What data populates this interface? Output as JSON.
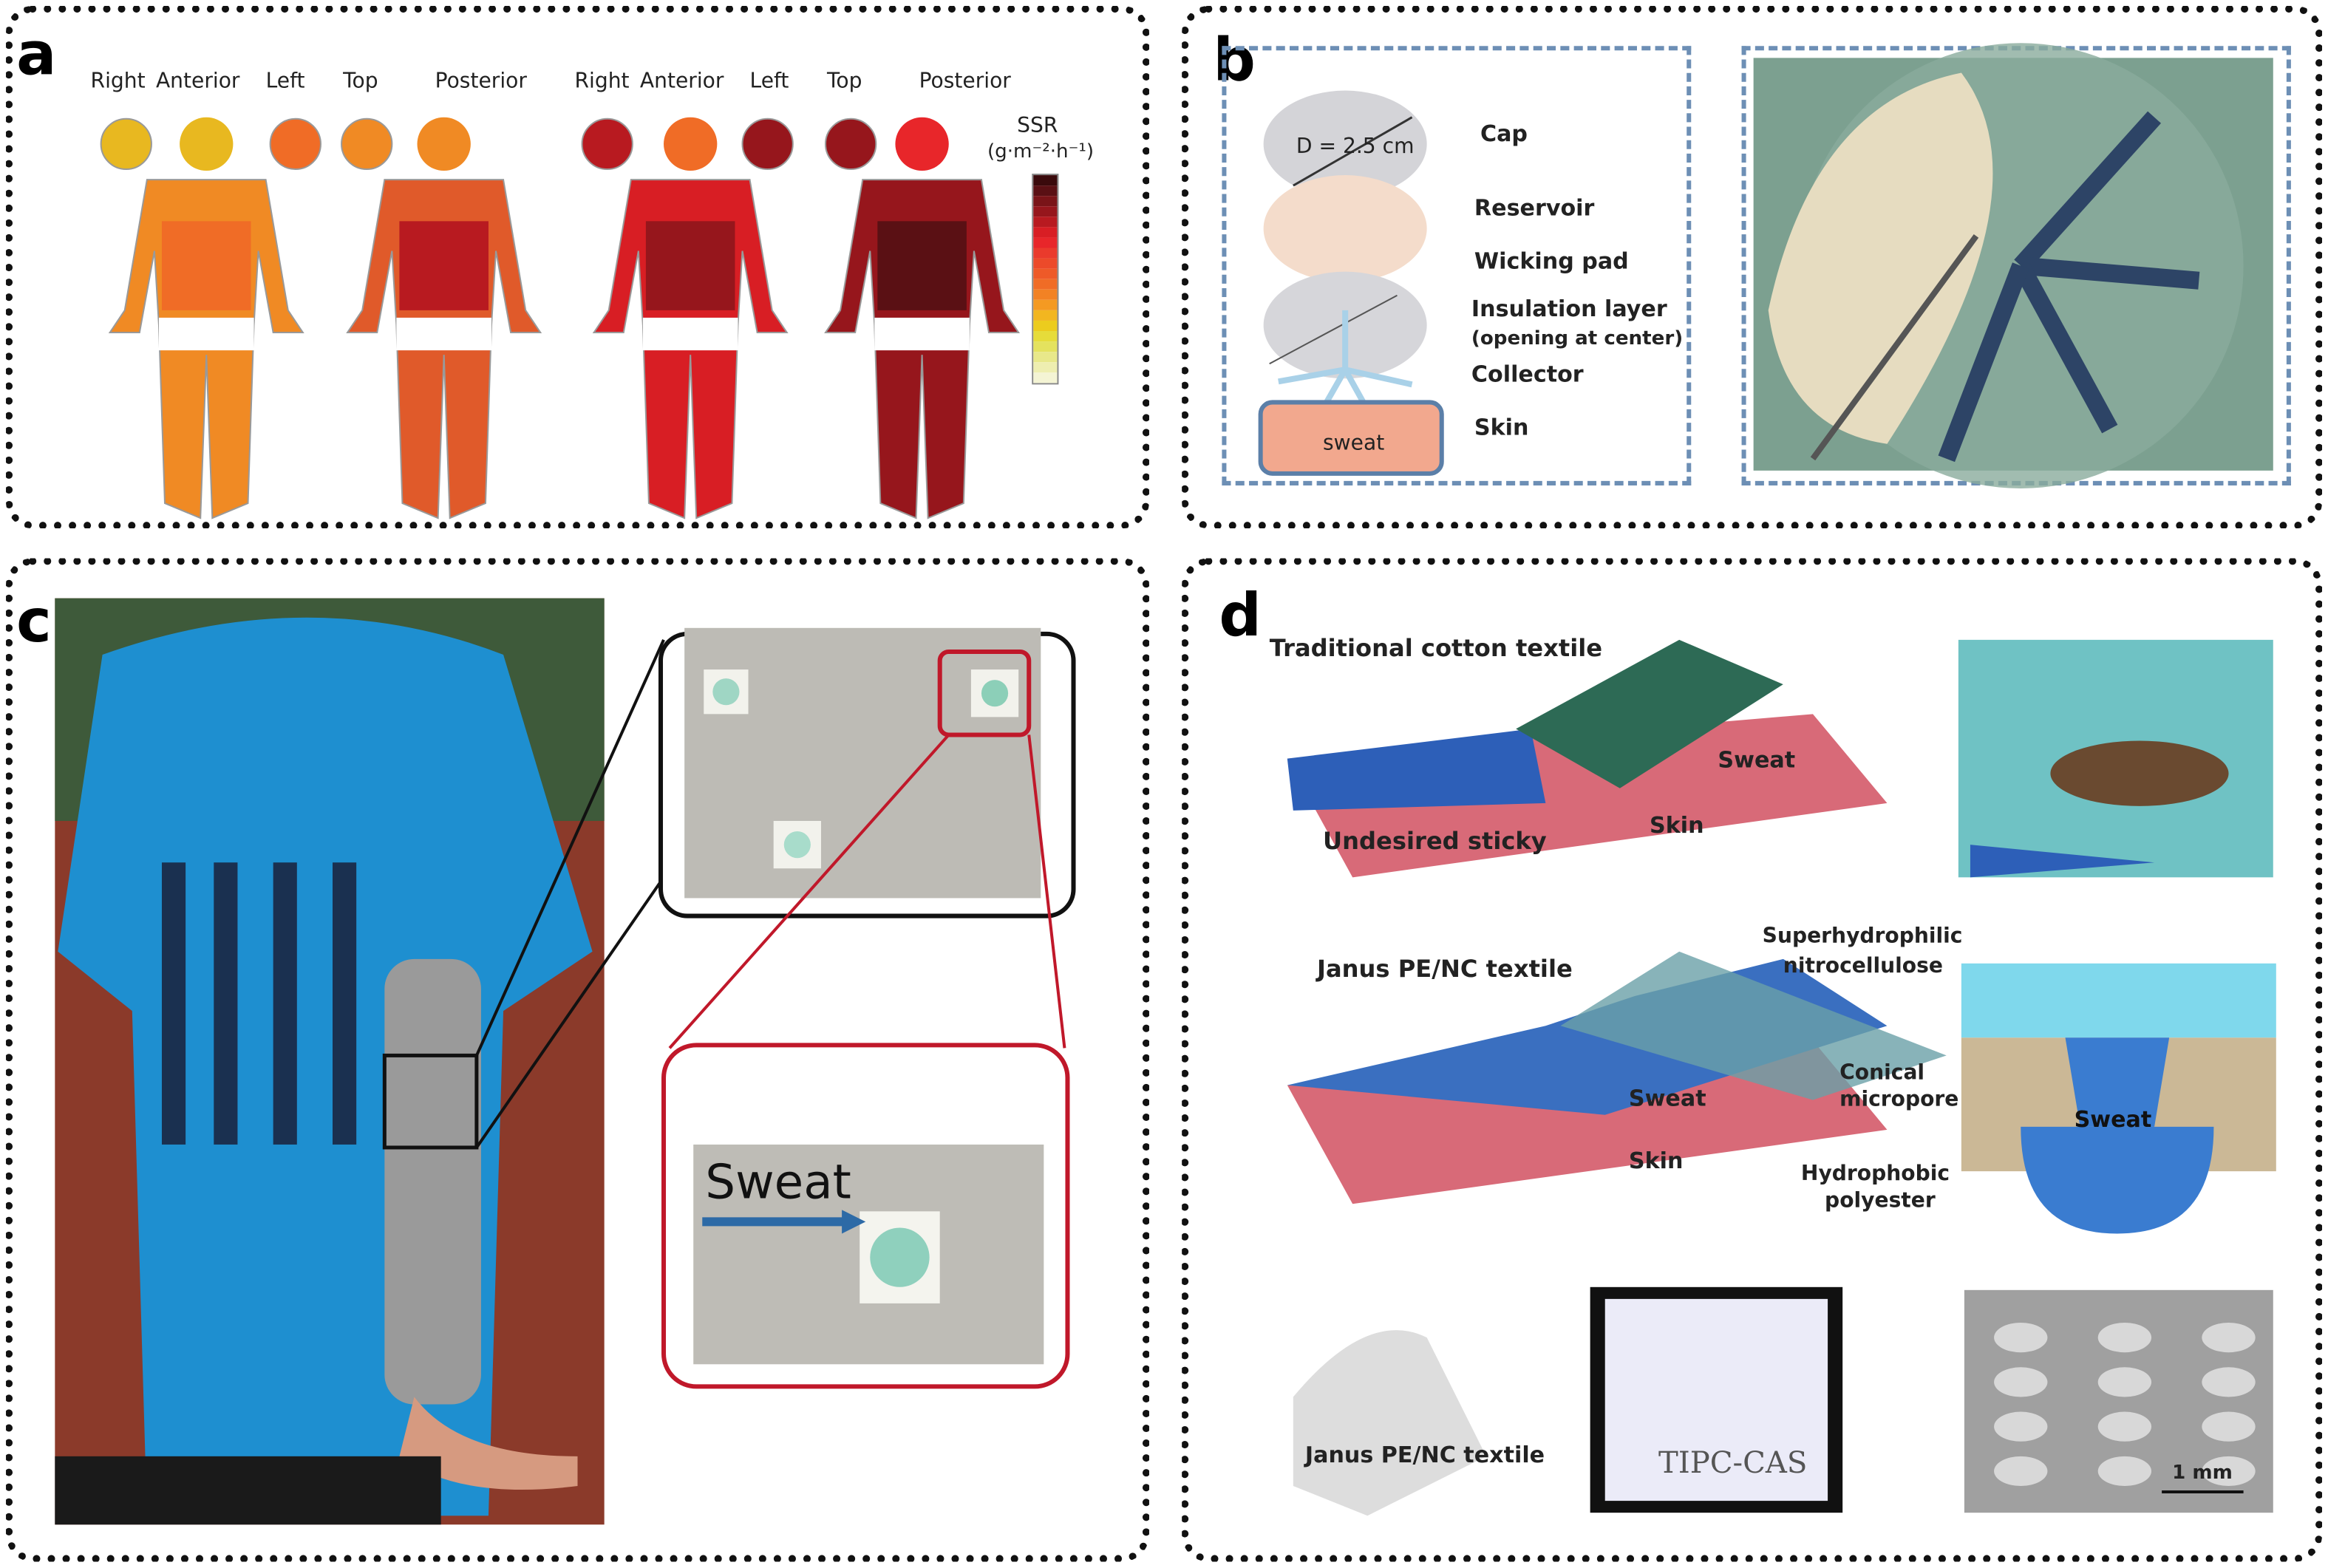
{
  "panels": {
    "a": {
      "label": "a",
      "groups": [
        {
          "views": [
            "Right",
            "Anterior",
            "Left",
            "Top",
            "Posterior"
          ]
        },
        {
          "views": [
            "Right",
            "Anterior",
            "Left",
            "Top",
            "Posterior"
          ]
        }
      ],
      "legend": {
        "title": "SSR",
        "unit": "(g·m⁻²·h⁻¹)",
        "colors": [
          "#3a0a0c",
          "#5a1014",
          "#7a1418",
          "#96161c",
          "#b81a20",
          "#d81e24",
          "#e8262a",
          "#ea3a2c",
          "#ec4a2a",
          "#ee5a28",
          "#f06c26",
          "#f28224",
          "#f49a22",
          "#f2b620",
          "#eccc1e",
          "#e6dc3a",
          "#e4e25e",
          "#e8e88a",
          "#eeeeb0",
          "#f4f4d4"
        ]
      }
    },
    "b": {
      "label": "b",
      "dimension": "D = 2.5 cm",
      "layers": [
        "Cap",
        "Reservoir",
        "Wicking pad",
        "Insulation layer",
        "(opening at center)",
        "Collector",
        "Skin"
      ],
      "skin_text": "sweat"
    },
    "c": {
      "label": "c",
      "inset_text": "Sweat"
    },
    "d": {
      "label": "d",
      "traditional": {
        "title": "Traditional cotton textile",
        "sweat": "Sweat",
        "skin": "Skin",
        "sticky": "Undesired sticky"
      },
      "janus": {
        "title": "Janus PE/NC textile",
        "sweat": "Sweat",
        "skin": "Skin",
        "superhydrophilic": "Superhydrophilic",
        "nitrocellulose": "nitrocellulose",
        "conical": "Conical",
        "micropore": "micropore",
        "hydrophobic": "Hydrophobic",
        "polyester": "polyester"
      },
      "pore_text": "Sweat",
      "runner_label": "Janus PE/NC textile",
      "fabric_label": "TIPC-CAS",
      "scale_bar": "1 mm"
    }
  }
}
